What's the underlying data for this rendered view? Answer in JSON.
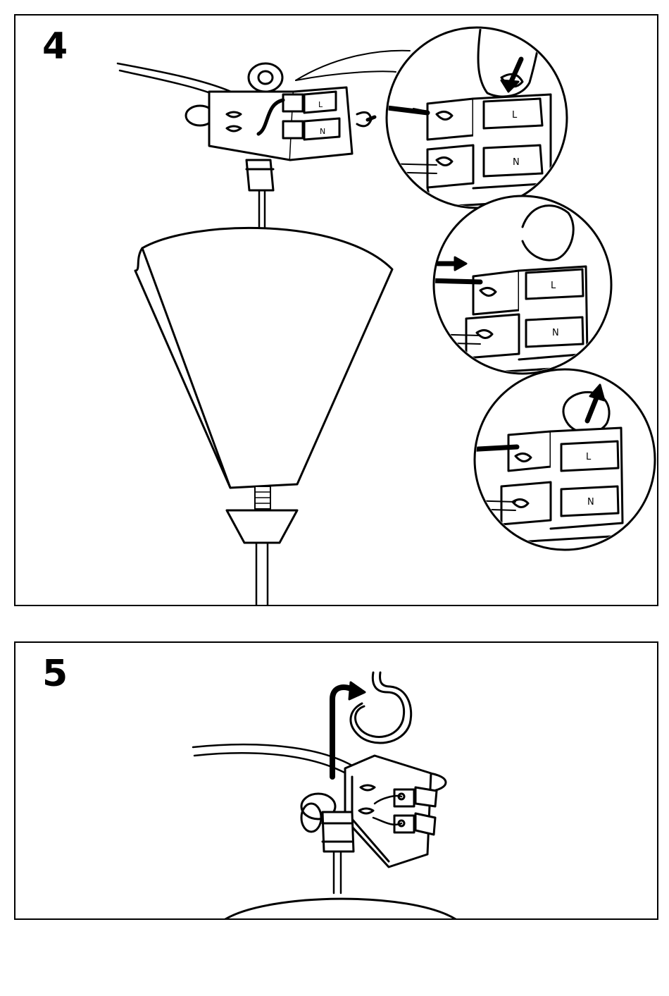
{
  "steps": [
    {
      "number": "4"
    },
    {
      "number": "5"
    }
  ],
  "terminal_marks": {
    "live": "L",
    "neutral": "N"
  },
  "colors": {
    "line": "#000000",
    "paper": "#ffffff"
  }
}
